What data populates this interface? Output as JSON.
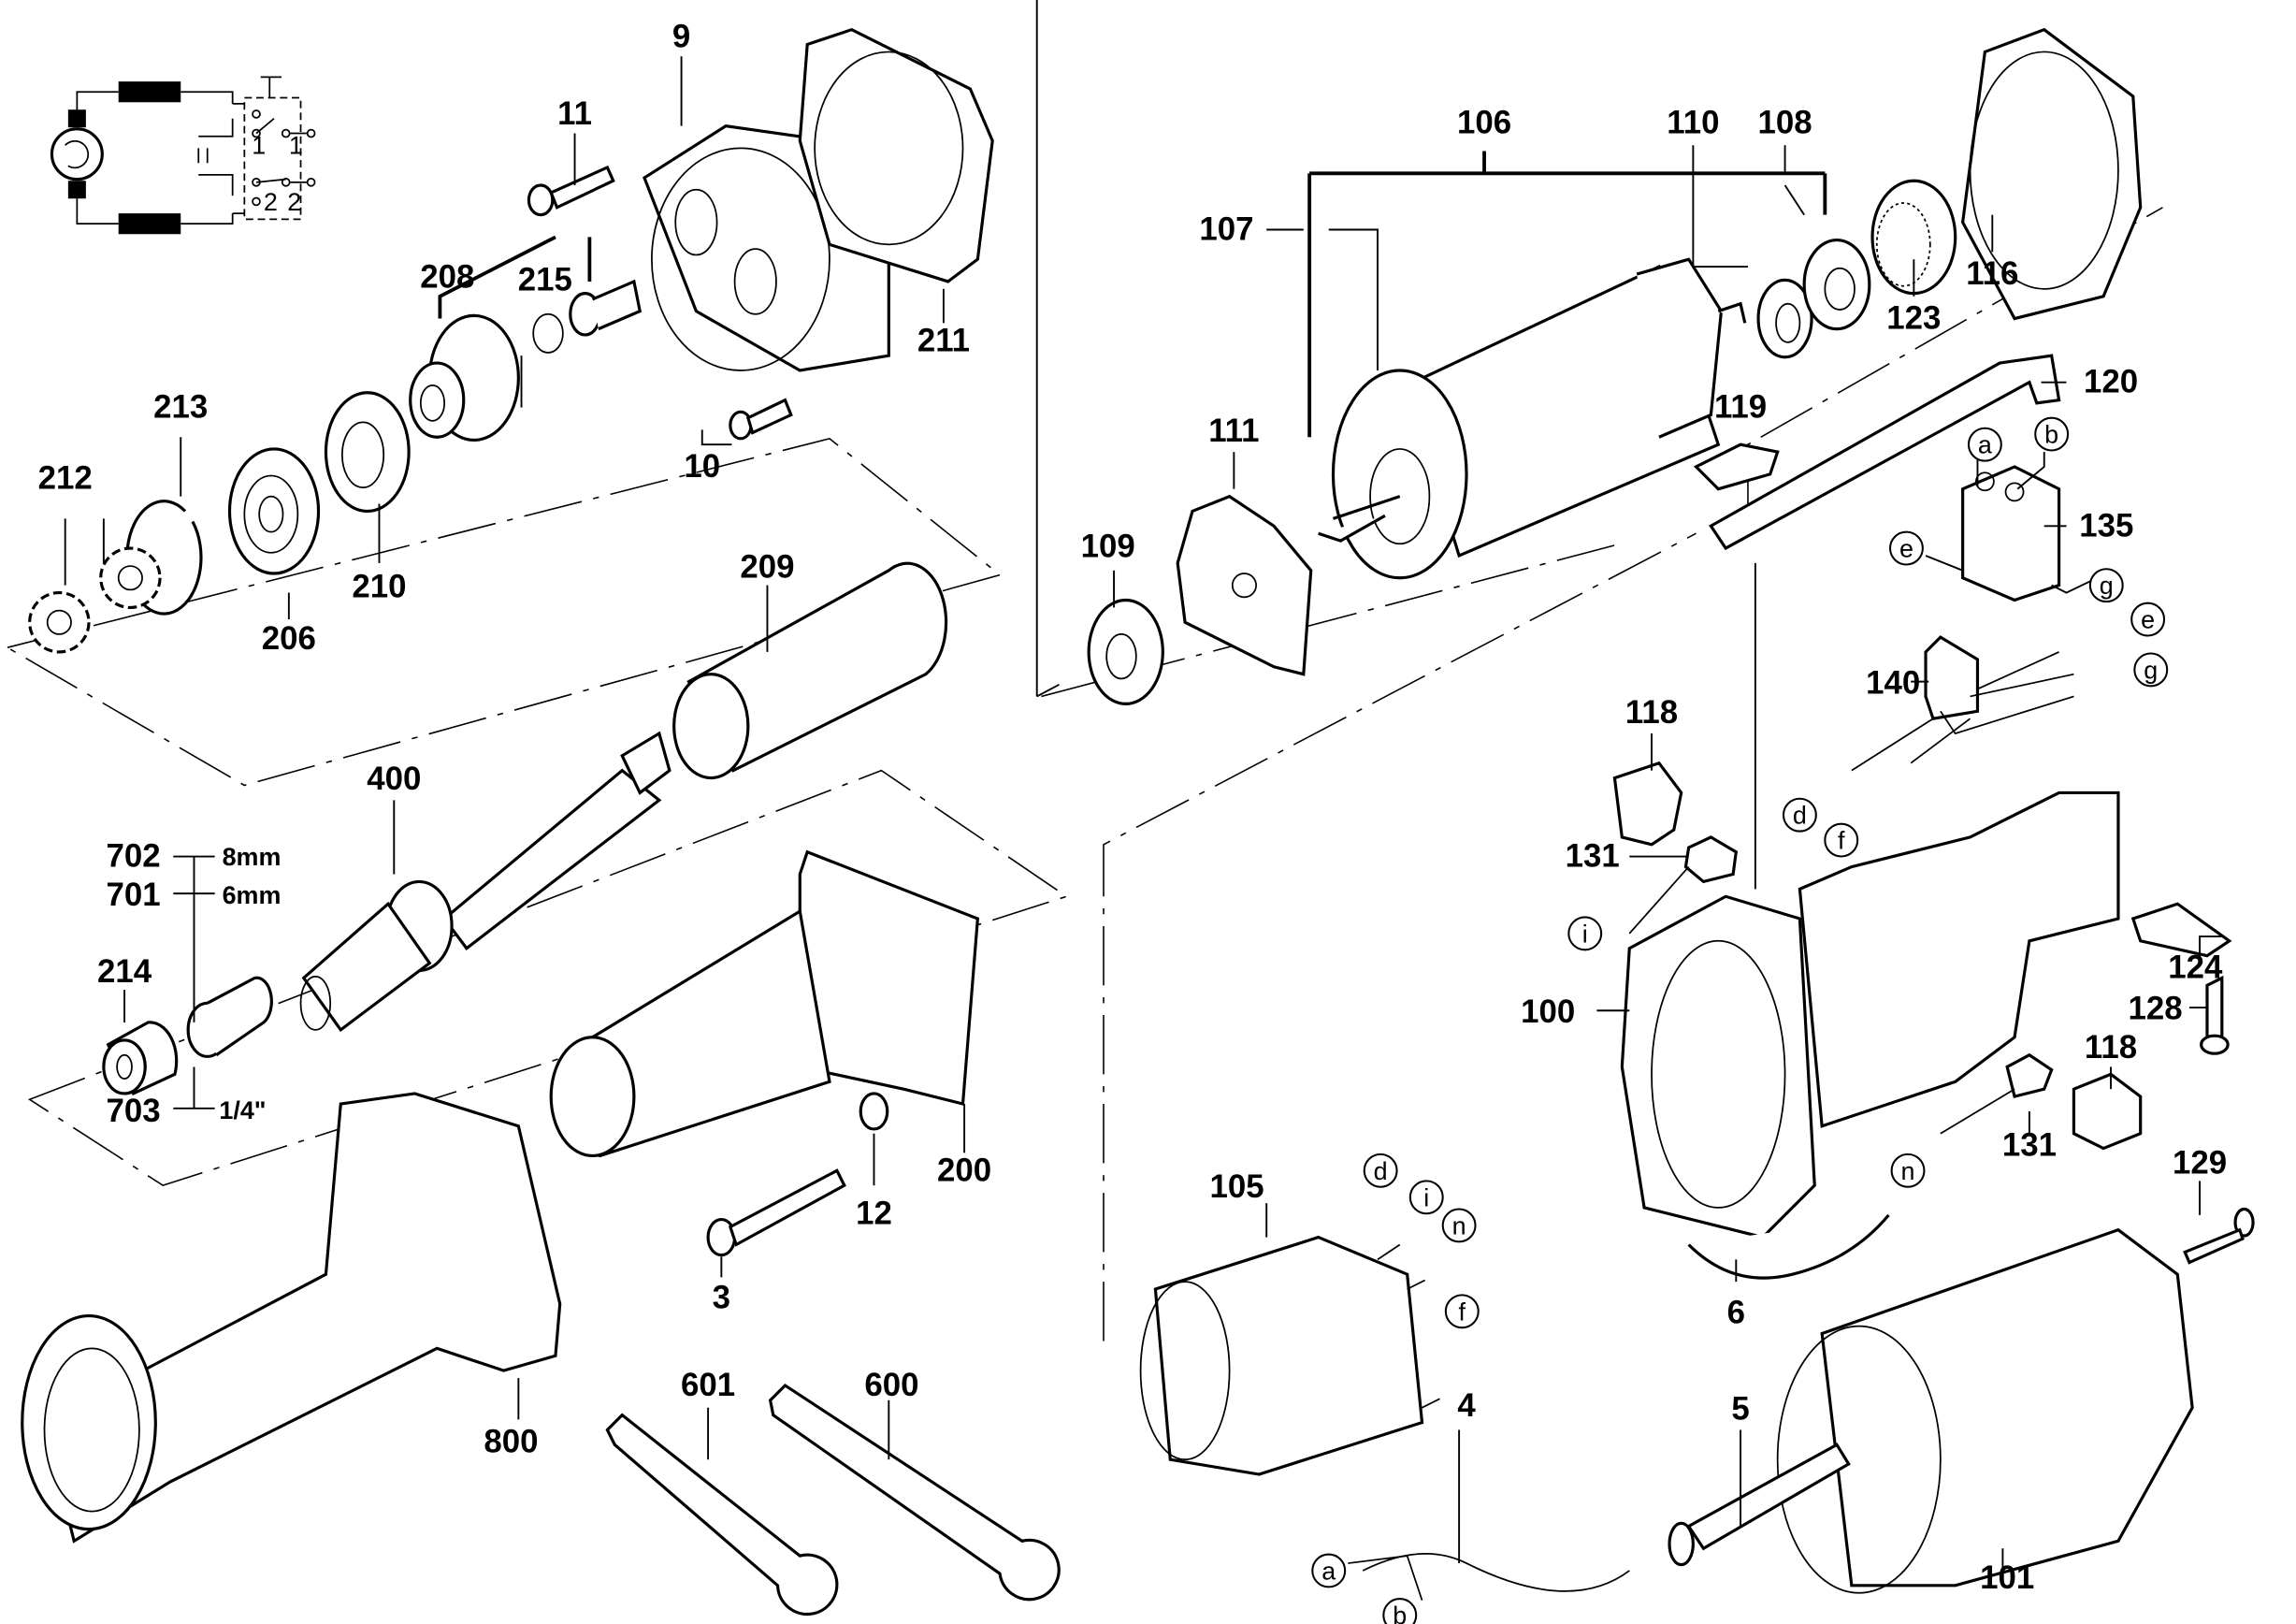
{
  "title": "Exploded parts diagram – straight die grinder",
  "parts": [
    {
      "id": "p9",
      "label": "9"
    },
    {
      "id": "p11",
      "label": "11"
    },
    {
      "id": "p215",
      "label": "215"
    },
    {
      "id": "p208",
      "label": "208"
    },
    {
      "id": "p211",
      "label": "211"
    },
    {
      "id": "p10",
      "label": "10"
    },
    {
      "id": "p213",
      "label": "213"
    },
    {
      "id": "p212",
      "label": "212"
    },
    {
      "id": "p206",
      "label": "206"
    },
    {
      "id": "p210",
      "label": "210"
    },
    {
      "id": "p209",
      "label": "209"
    },
    {
      "id": "p400",
      "label": "400"
    },
    {
      "id": "p702",
      "label": "702"
    },
    {
      "id": "p701",
      "label": "701"
    },
    {
      "id": "p214",
      "label": "214"
    },
    {
      "id": "p703",
      "label": "703"
    },
    {
      "id": "p200",
      "label": "200"
    },
    {
      "id": "p12",
      "label": "12"
    },
    {
      "id": "p3",
      "label": "3"
    },
    {
      "id": "p800",
      "label": "800"
    },
    {
      "id": "p601",
      "label": "601"
    },
    {
      "id": "p600",
      "label": "600"
    },
    {
      "id": "p106",
      "label": "106"
    },
    {
      "id": "p107",
      "label": "107"
    },
    {
      "id": "p110",
      "label": "110"
    },
    {
      "id": "p108",
      "label": "108"
    },
    {
      "id": "p123",
      "label": "123"
    },
    {
      "id": "p116",
      "label": "116"
    },
    {
      "id": "p111",
      "label": "111"
    },
    {
      "id": "p109",
      "label": "109"
    },
    {
      "id": "p119",
      "label": "119"
    },
    {
      "id": "p120",
      "label": "120"
    },
    {
      "id": "p135",
      "label": "135"
    },
    {
      "id": "p140",
      "label": "140"
    },
    {
      "id": "p118a",
      "label": "118"
    },
    {
      "id": "p131a",
      "label": "131"
    },
    {
      "id": "p100",
      "label": "100"
    },
    {
      "id": "p124",
      "label": "124"
    },
    {
      "id": "p128",
      "label": "128"
    },
    {
      "id": "p118b",
      "label": "118"
    },
    {
      "id": "p131b",
      "label": "131"
    },
    {
      "id": "p6",
      "label": "6"
    },
    {
      "id": "p105",
      "label": "105"
    },
    {
      "id": "p129",
      "label": "129"
    },
    {
      "id": "p5",
      "label": "5"
    },
    {
      "id": "p4",
      "label": "4"
    },
    {
      "id": "p101",
      "label": "101"
    }
  ],
  "collet_sizes": {
    "p702": "8mm",
    "p701": "6mm",
    "p703": "1/4\""
  },
  "wire_markers": [
    {
      "id": "sw-a",
      "letter": "a"
    },
    {
      "id": "sw-b",
      "letter": "b"
    },
    {
      "id": "sw-e",
      "letter": "e"
    },
    {
      "id": "sw-g",
      "letter": "g"
    },
    {
      "id": "cap-e",
      "letter": "e"
    },
    {
      "id": "cap-g",
      "letter": "g"
    },
    {
      "id": "cap-d",
      "letter": "d"
    },
    {
      "id": "cap-f",
      "letter": "f"
    },
    {
      "id": "br-i",
      "letter": "i"
    },
    {
      "id": "br-n",
      "letter": "n"
    },
    {
      "id": "st-d",
      "letter": "d"
    },
    {
      "id": "st-i",
      "letter": "i"
    },
    {
      "id": "st-n",
      "letter": "n"
    },
    {
      "id": "st-f",
      "letter": "f"
    },
    {
      "id": "cord-a",
      "letter": "a"
    },
    {
      "id": "cord-b",
      "letter": "b"
    }
  ],
  "schematic": {
    "switch_contacts": [
      "1",
      "1",
      "2",
      "2"
    ]
  }
}
